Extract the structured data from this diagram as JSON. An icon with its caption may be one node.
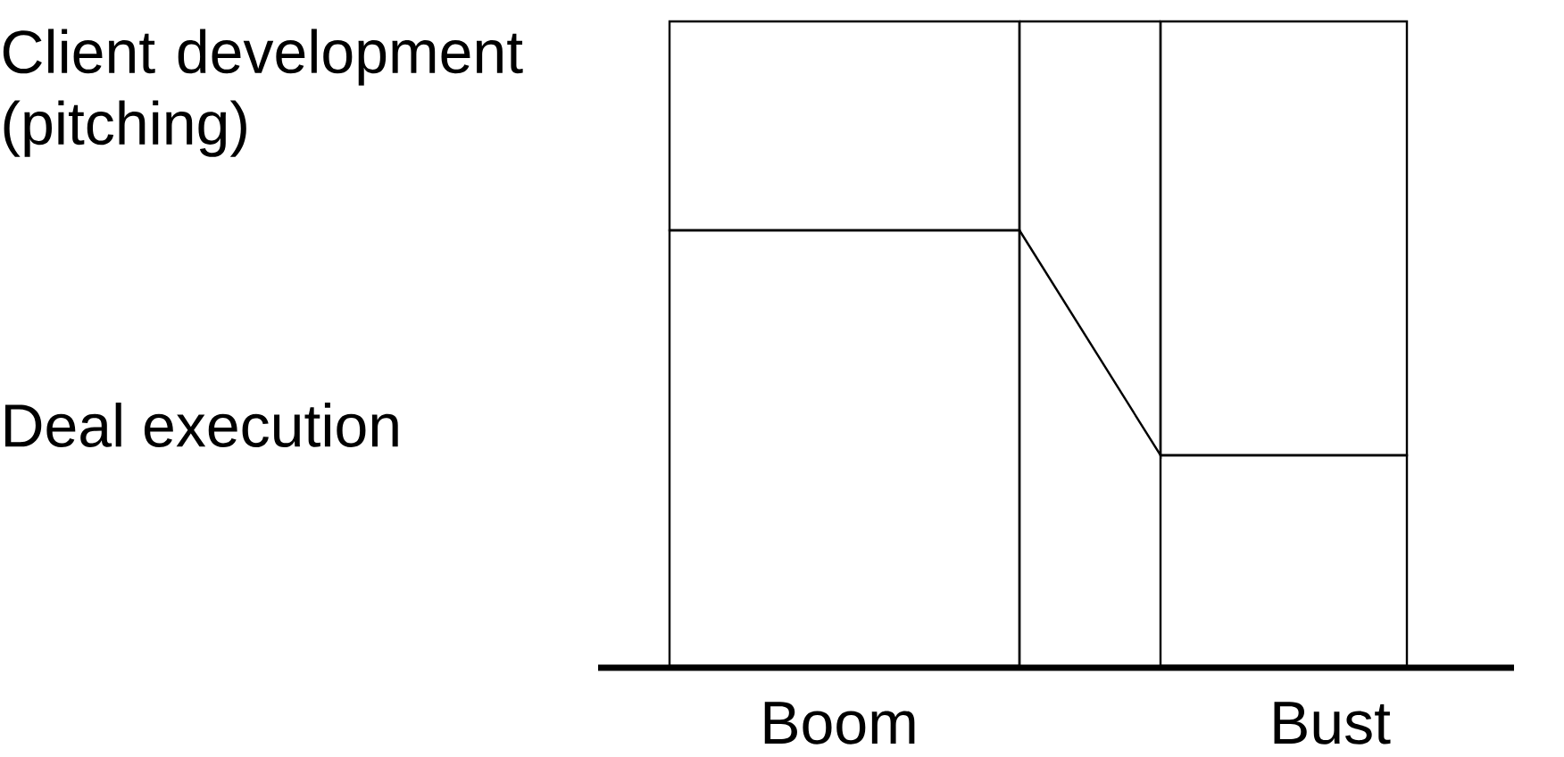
{
  "diagram": {
    "nodes": [
      {
        "text": [],
        "shape": "box"
      },
      {
        "text": [],
        "shape": "box"
      },
      {
        "text": [],
        "shape": "box"
      },
      {
        "text": [],
        "shape": "box"
      }
    ],
    "labels": [
      "Client development (pitching)",
      "Deal execution",
      "Boom",
      "Bust"
    ]
  }
}
